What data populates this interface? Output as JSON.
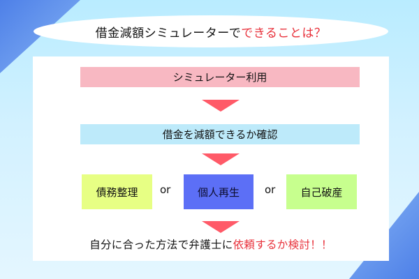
{
  "title": {
    "text_main": "借金減額シミュレーターで",
    "text_accent": "できることは？"
  },
  "flow": {
    "step1": "シミュレーター利用",
    "step2": "借金を減額できるか確認",
    "options": [
      "債務整理",
      "個人再生",
      "自己破産"
    ],
    "connector": "or",
    "conclusion_main": "自分に合った方法で弁護士に",
    "conclusion_accent": "依頼するか検討！！"
  },
  "colors": {
    "background": "#c8eefc",
    "accent_text": "#e8303a",
    "step1_bar": "#f8b8c2",
    "step2_bar": "#bdeafa",
    "arrow": "#ff5a68",
    "option_1": "#e7ff84",
    "option_2": "#5c6ff6",
    "option_3": "#c7ff8e"
  }
}
